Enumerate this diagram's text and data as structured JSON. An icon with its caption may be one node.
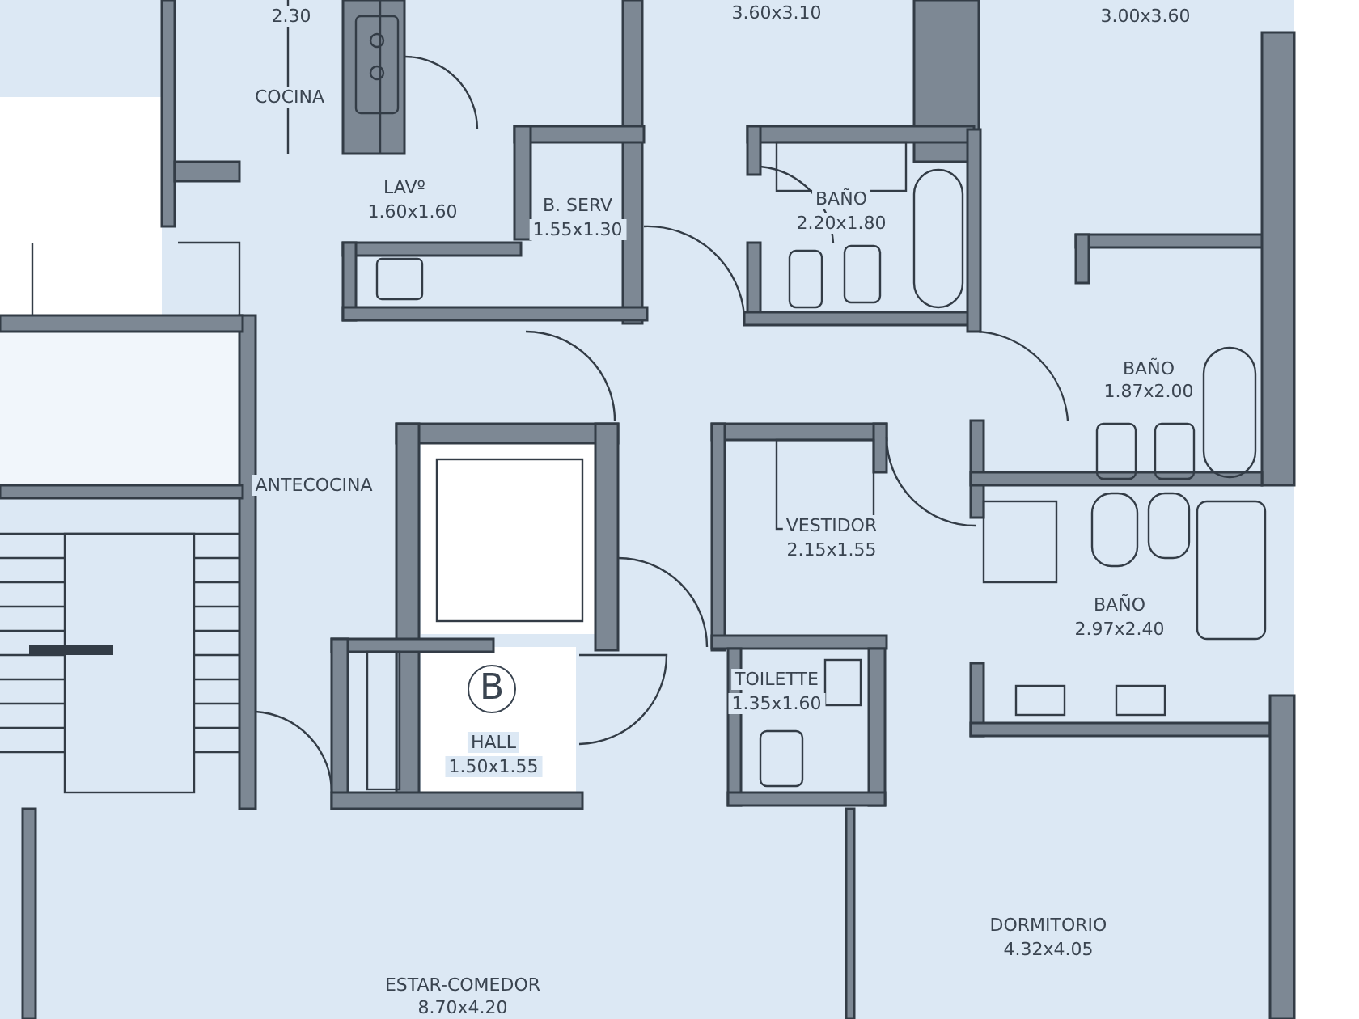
{
  "diagram": {
    "labels": [
      "2.30",
      "3.60x3.10",
      "3.00x3.60",
      "COCINA",
      "LAVº",
      "1.60x1.60",
      "B. SERV",
      "1.55x1.30",
      "BAÑO",
      "2.20x1.80",
      "BAÑO",
      "1.87x2.00",
      "ANTECOCINA",
      "VESTIDOR",
      "2.15x1.55",
      "BAÑO",
      "2.97x2.40",
      "B",
      "TOILETTE",
      "1.35x1.60",
      "HALL",
      "1.50x1.55",
      "DORMITORIO",
      "4.32x4.05",
      "ESTAR-COMEDOR",
      "8.70x4.20"
    ]
  }
}
